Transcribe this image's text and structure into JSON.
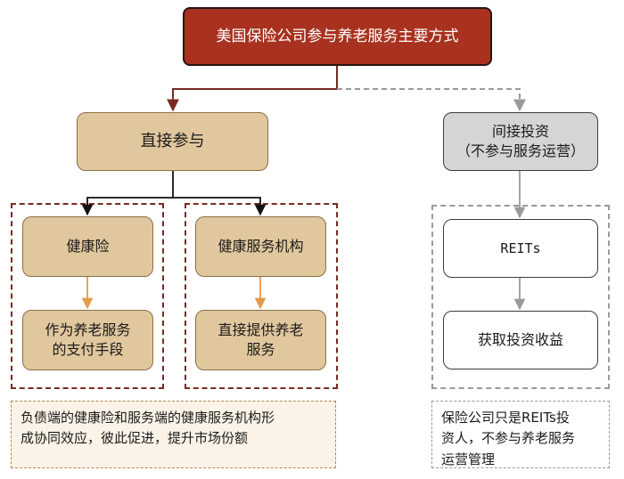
{
  "diagram": {
    "root": "美国保险公司参与养老服务主要方式",
    "direct": "直接参与",
    "indirect": "间接投资\n（不参与服务运营）",
    "health_insurance": "健康险",
    "payment_means": "作为养老服务\n的支付手段",
    "health_institution": "健康服务机构",
    "direct_provide": "直接提供养老\n服务",
    "reits": "REITs",
    "investment_income": "获取投资收益",
    "note_left": "负债端的健康险和服务端的健康服务机构形\n成协同效应，彼此促进，提升市场份额",
    "note_right": "保险公司只是REITs投\n资人，不参与养老服务\n运营管理"
  },
  "colors": {
    "root_fill": "#a8321f",
    "tan_fill": "#e1c79d",
    "gray_fill": "#d5d5d5",
    "group_border": "#7a2a22",
    "arrow_dark": "#7a2a22",
    "arrow_orange": "#e59a4a",
    "arrow_gray": "#9a9a9a"
  }
}
